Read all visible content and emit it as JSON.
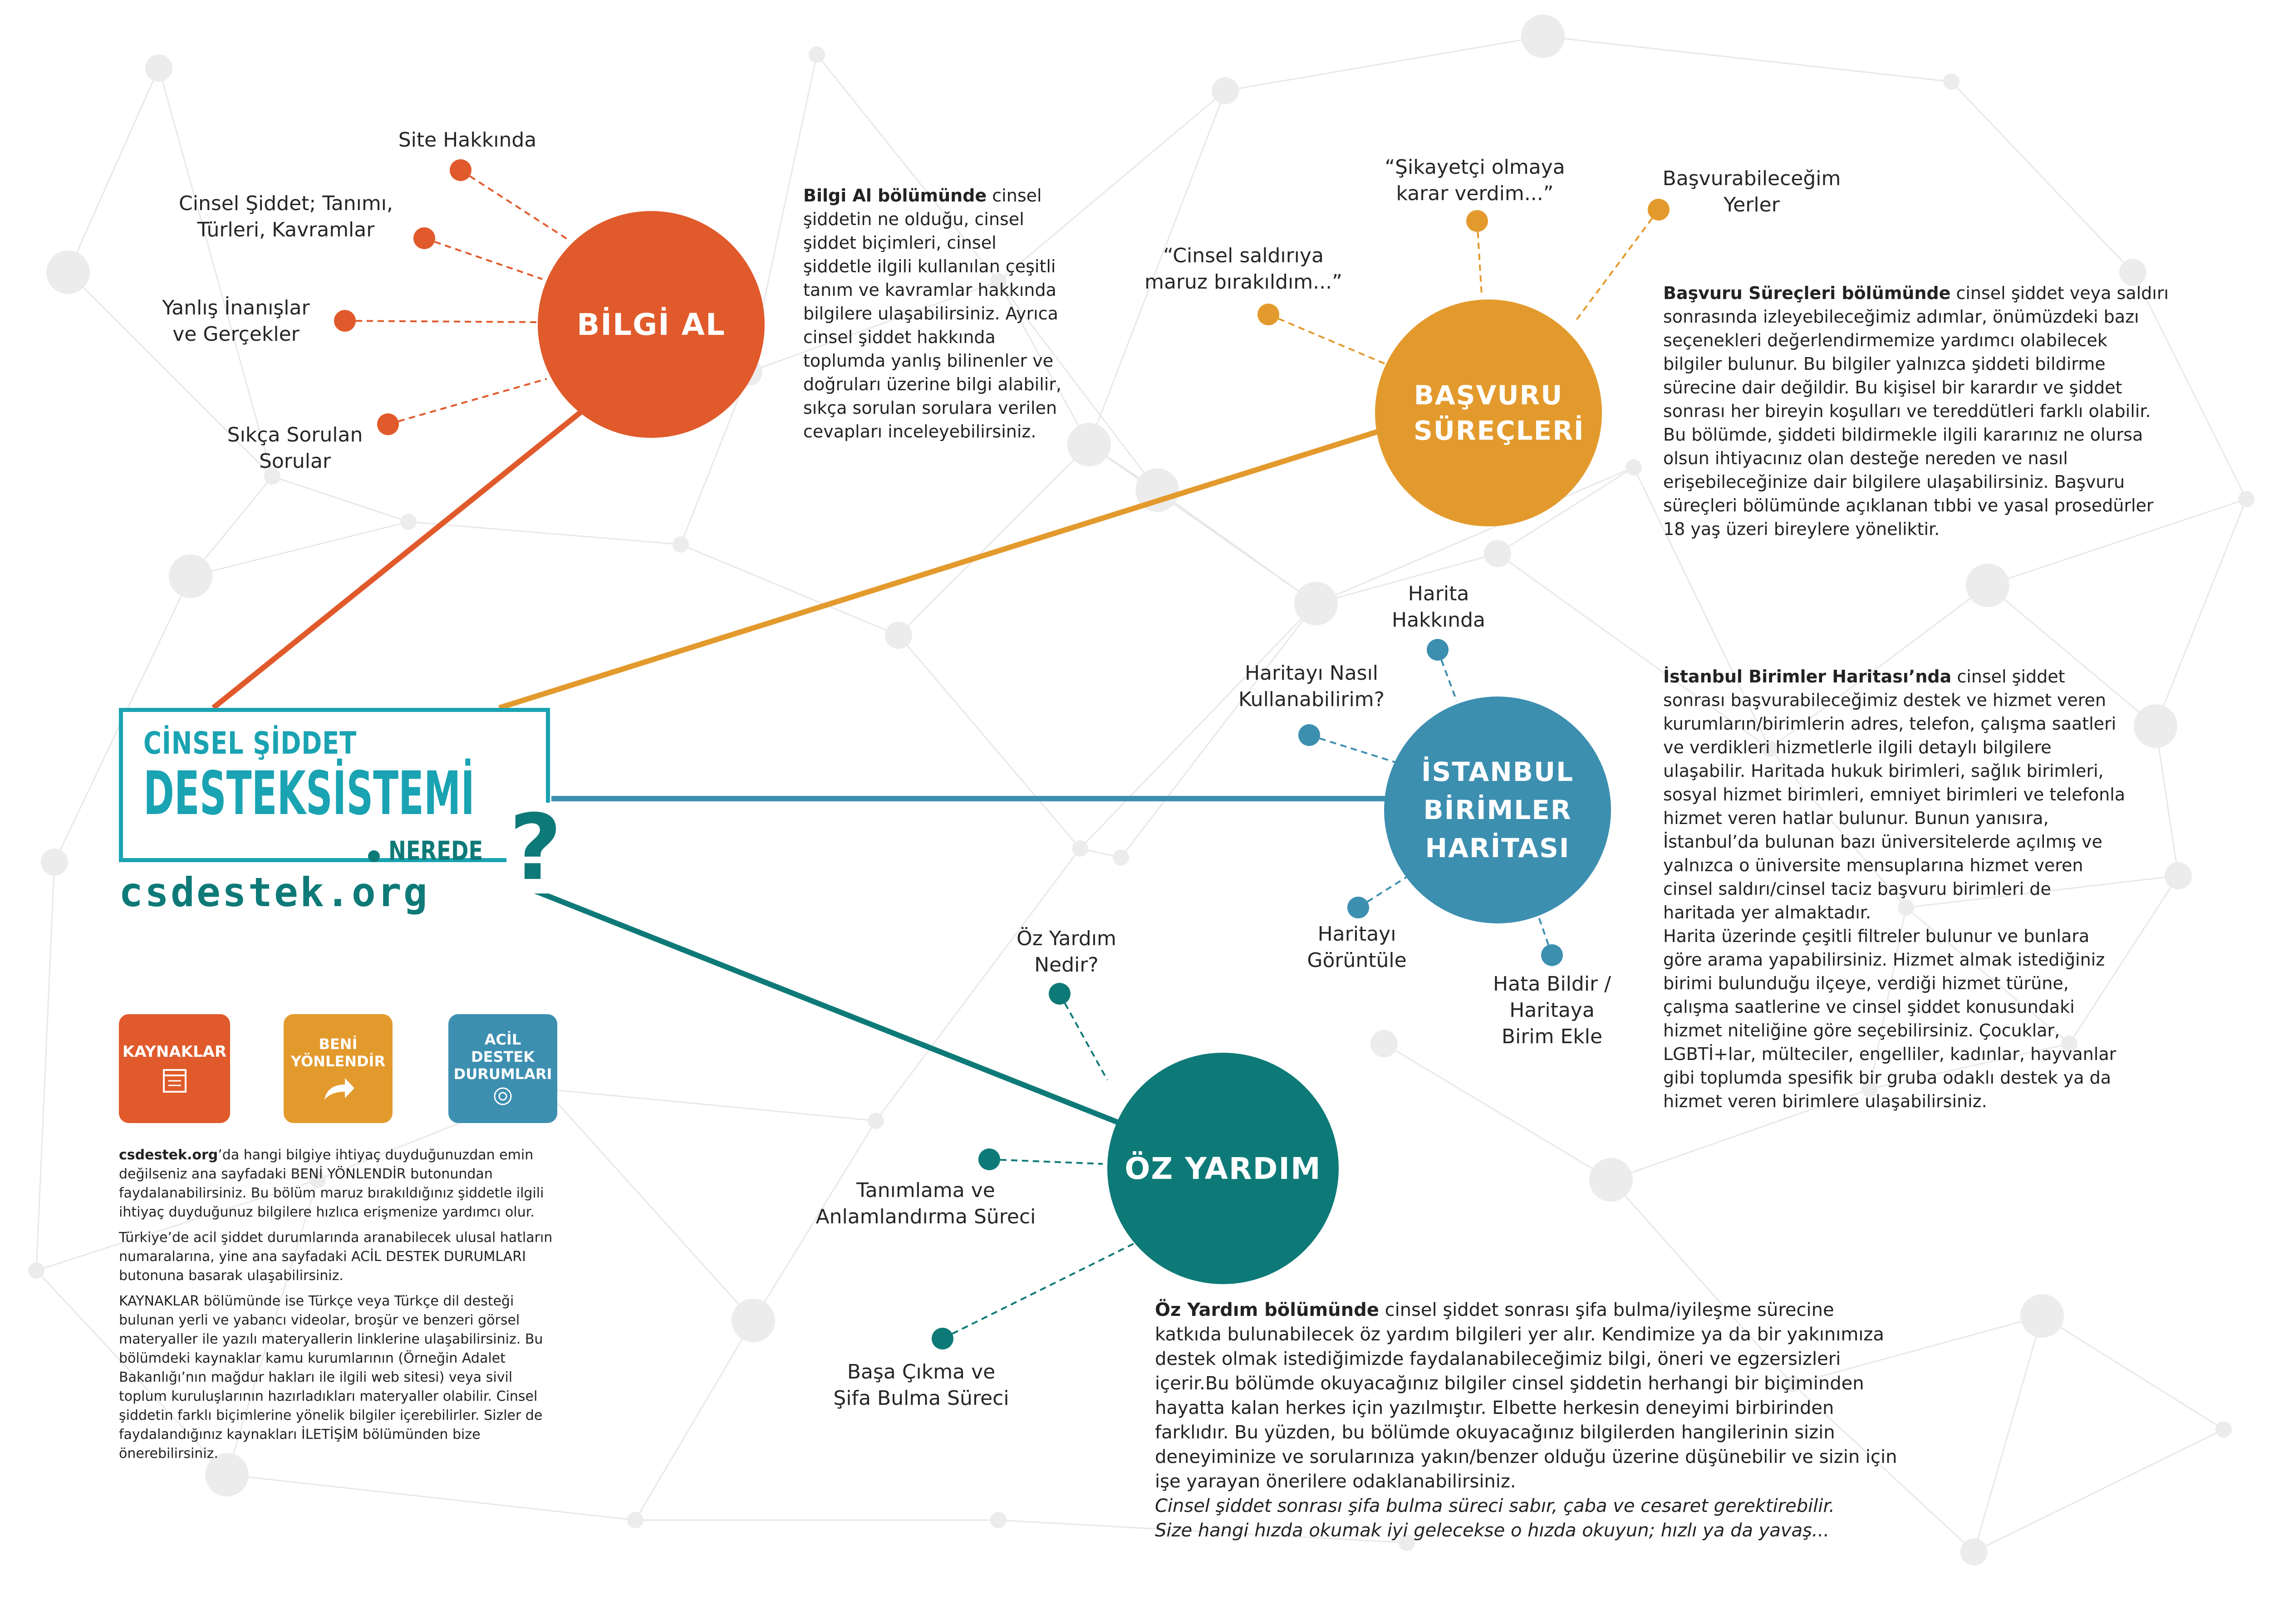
{
  "colors": {
    "bilgi": "#e05a2b",
    "basvuru": "#e39a2d",
    "harita": "#3d8fb0",
    "oz": "#0e7a78",
    "logo": "#1aa3b2"
  },
  "logo": {
    "line1": "CİNSEL ŞİDDET",
    "line2": "DESTEKSİSTEMİ",
    "line3": "NEREDE",
    "qmark": "?",
    "url": "csdestek.org"
  },
  "nodes": {
    "bilgi": {
      "title": "BİLGİ AL",
      "items": [
        "Site Hakkında",
        "Cinsel Şiddet; Tanımı,\nTürleri, Kavramlar",
        "Yanlış İnanışlar\nve Gerçekler",
        "Sıkça Sorulan\nSorular"
      ],
      "desc_bold": "Bilgi Al bölümünde",
      "desc_text": " cinsel şiddetin ne olduğu, cinsel şiddet biçimleri, cinsel şiddetle ilgili kullanılan çeşitli tanım ve kavramlar hakkında bilgilere ulaşabilirsiniz. Ayrıca cinsel şiddet hakkında toplumda yanlış bilinenler ve doğruları üzerine bilgi alabilir, sıkça sorulan sorulara verilen cevapları inceleyebilirsiniz."
    },
    "basvuru": {
      "title": "BAŞVURU SÜREÇLERİ",
      "items": [
        "“Cinsel saldırıya\nmaruz bırakıldım...”",
        "“Şikayetçi olmaya\nkarar verdim...”",
        "Başvurabileceğim\nYerler"
      ],
      "desc_bold": "Başvuru Süreçleri bölümünde",
      "desc_text": " cinsel şiddet veya saldırı sonrasında izleyebileceğimiz adımlar, önümüzdeki bazı seçenekleri değerlendirmemize yardımcı olabilecek bilgiler bulunur. Bu bilgiler yalnızca şiddeti bildirme sürecine dair değildir. Bu kişisel bir karardır ve şiddet sonrası her bireyin koşulları ve tereddütleri farklı olabilir. Bu bölümde, şiddeti bildirmekle ilgili kararınız ne olursa olsun ihtiyacınız olan desteğe nereden ve nasıl erişebileceğinize dair bilgilere ulaşabilirsiniz. Başvuru süreçleri bölümünde açıklanan tıbbi ve yasal prosedürler 18 yaş üzeri bireylere yöneliktir."
    },
    "harita": {
      "title": "İSTANBUL BİRİMLER HARİTASI",
      "items": [
        "Harita\nHakkında",
        "Haritayı Nasıl\nKullanabilirim?",
        "Haritayı\nGörüntüle",
        "Hata Bildir /\nHaritaya\nBirim Ekle"
      ],
      "desc_bold": "İstanbul Birimler Haritası’nda",
      "desc_text": " cinsel şiddet sonrası başvurabileceğimiz destek ve hizmet veren kurumların/birimlerin adres, telefon, çalışma saatleri ve verdikleri hizmetlerle ilgili detaylı bilgilere ulaşabilir. Haritada hukuk birimleri, sağlık birimleri, sosyal hizmet birimleri, emniyet birimleri ve telefonla hizmet veren hatlar bulunur. Bunun yanısıra, İstanbul’da bulunan bazı üniversitelerde açılmış ve yalnızca o üniversite mensuplarına hizmet veren cinsel saldırı/cinsel taciz başvuru birimleri de haritada yer almaktadır.",
      "desc_text2": "Harita üzerinde çeşitli filtreler bulunur ve bunlara göre arama yapabilirsiniz. Hizmet almak istediğiniz birimi bulunduğu ilçeye, verdiği hizmet türüne, çalışma saatlerine ve cinsel şiddet konusundaki hizmet niteliğine göre seçebilirsiniz. Çocuklar, LGBTİ+lar, mülteciler, engelliler, kadınlar, hayvanlar gibi toplumda spesifik bir gruba odaklı destek ya da hizmet veren birimlere ulaşabilirsiniz."
    },
    "oz": {
      "title": "ÖZ YARDIM",
      "items": [
        "Öz Yardım\nNedir?",
        "Tanımlama ve\nAnlamlandırma Süreci",
        "Başa Çıkma ve\nŞifa Bulma Süreci"
      ],
      "desc_bold": "Öz Yardım bölümünde",
      "desc_text": " cinsel şiddet sonrası şifa bulma/iyileşme sürecine katkıda bulunabilecek öz yardım bilgileri yer alır. Kendimize ya da bir yakınımıza destek olmak istediğimizde faydalanabileceğimiz bilgi, öneri ve egzersizleri içerir.Bu bölümde okuyacağınız bilgiler cinsel şiddetin herhangi bir biçiminden hayatta kalan herkes için yazılmıştır. Elbette herkesin deneyimi birbirinden farklıdır. Bu yüzden, bu bölümde okuyacağınız bilgilerden hangilerinin sizin deneyiminize ve sorularınıza yakın/benzer olduğu üzerine düşünebilir ve sizin için işe yarayan önerilere odaklanabilirsiniz.",
      "desc_italic1": "Cinsel şiddet sonrası şifa bulma süreci sabır, çaba ve cesaret gerektirebilir.",
      "desc_italic2": "Size hangi hızda okumak iyi gelecekse o hızda okuyun; hızlı ya da yavaş..."
    }
  },
  "buttons": {
    "kaynaklar": "KAYNAKLAR",
    "yonlendir_1": "BENİ",
    "yonlendir_2": "YÖNLENDİR",
    "acil_1": "ACİL",
    "acil_2": "DESTEK",
    "acil_3": "DURUMLARI"
  },
  "footer": {
    "p1_bold": "csdestek.org",
    "p1_text": "’da hangi bilgiye ihtiyaç duyduğunuzdan emin değilseniz ana sayfadaki BENİ YÖNLENDİR butonundan faydalanabilirsiniz. Bu bölüm maruz bırakıldığınız şiddetle ilgili ihtiyaç duyduğunuz bilgilere hızlıca erişmenize yardımcı olur.",
    "p2": "Türkiye’de acil şiddet durumlarında aranabilecek ulusal hatların numaralarına, yine ana sayfadaki ACİL DESTEK DURUMLARI butonuna basarak ulaşabilirsiniz.",
    "p3": "KAYNAKLAR bölümünde ise Türkçe veya Türkçe dil desteği bulunan yerli ve yabancı videolar, broşür ve benzeri görsel materyaller ile yazılı materyallerin linklerine ulaşabilirsiniz. Bu bölümdeki kaynaklar kamu kurumlarının (Örneğin Adalet Bakanlığı’nın mağdur hakları ile ilgili web sitesi) veya sivil toplum kuruluşlarının hazırladıkları materyaller olabilir. Cinsel şiddetin farklı biçimlerine yönelik bilgiler içerebilirler. Sizler de faydalandığınız kaynakları  İLETİŞİM bölümünden bize önerebilirsiniz."
  }
}
